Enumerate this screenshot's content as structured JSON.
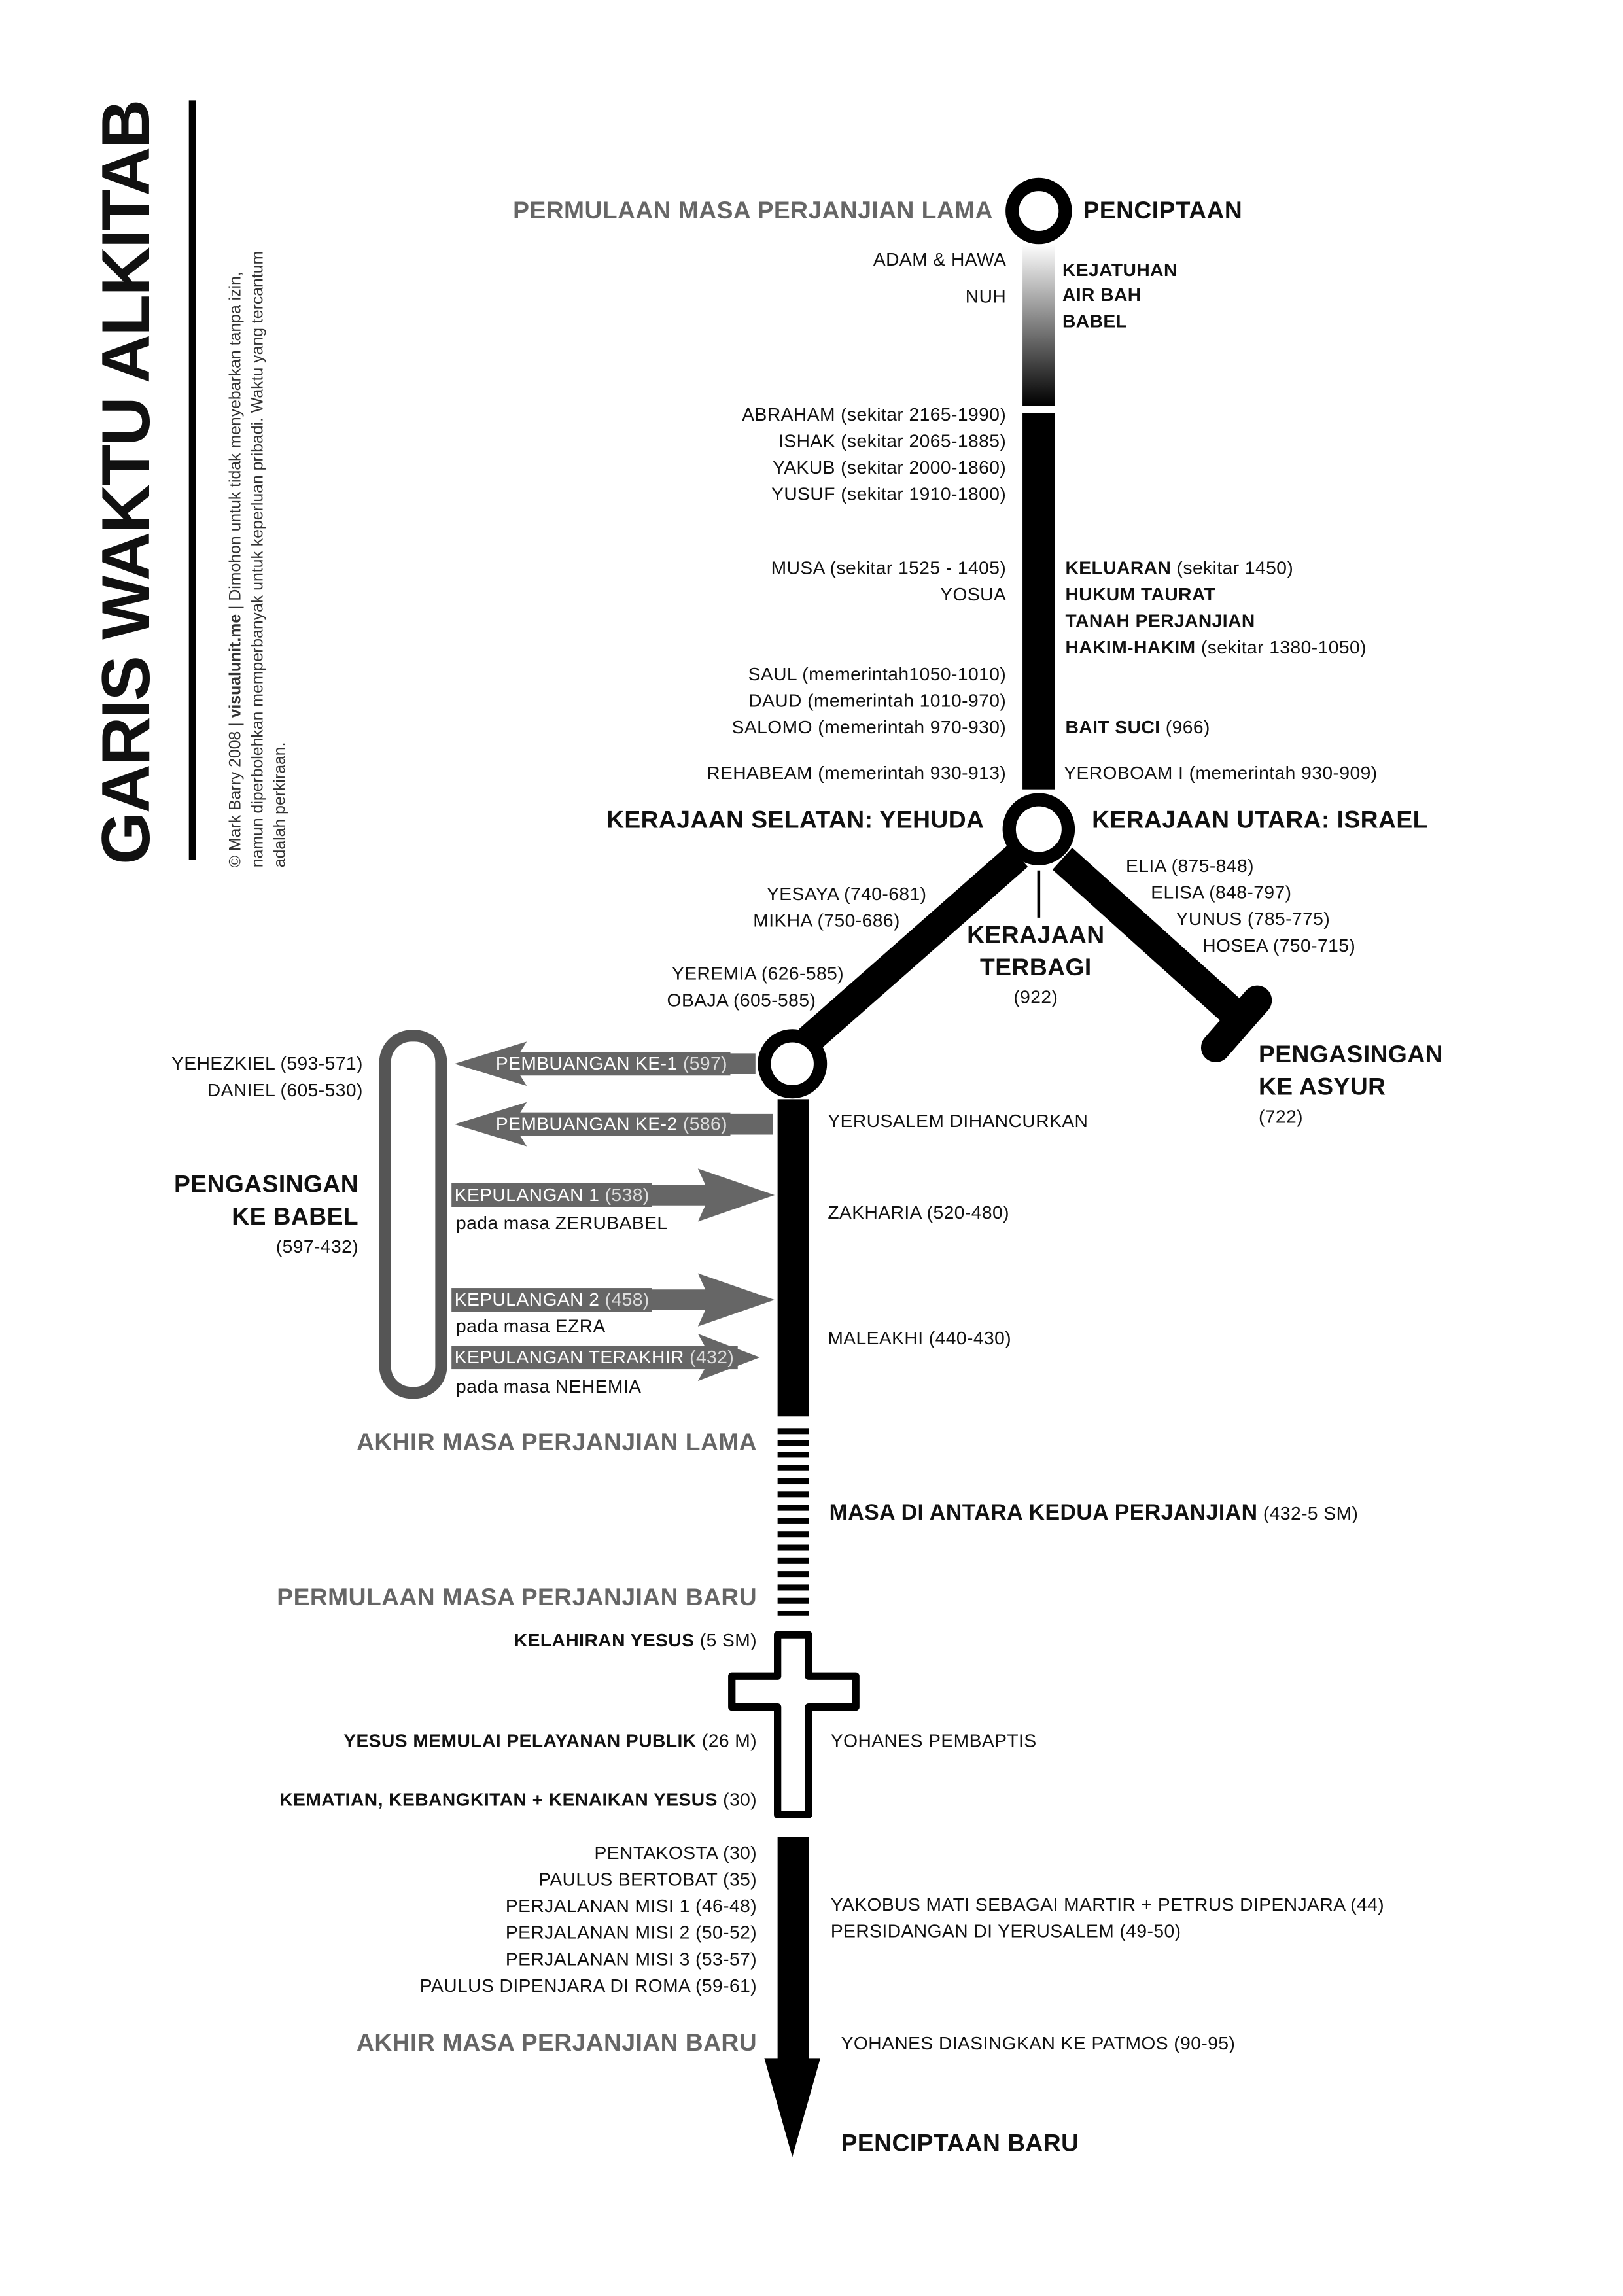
{
  "title": "GARIS WAKTU ALKITAB",
  "credits": {
    "line1_a": "© Mark Barry 2008  |  ",
    "line1_site": "visualunit.me",
    "line1_b": "  |  Dimohon untuk tidak menyebarkan tanpa izin,",
    "line2": "namun diperbolehkan memperbanyak untuk keperluan pribadi. Waktu yang tercantum",
    "line3": "adalah perkiraan."
  },
  "ot": {
    "start": "PERMULAAN MASA PERJANJIAN LAMA",
    "creation": "PENCIPTAAN",
    "left_early": [
      "ADAM &  HAWA",
      "NUH"
    ],
    "right_early": [
      "KEJATUHAN",
      "AIR BAH",
      "BABEL"
    ],
    "patriarchs": [
      "ABRAHAM (sekitar 2165-1990)",
      "ISHAK (sekitar 2065-1885)",
      "YAKUB (sekitar 2000-1860)",
      "YUSUF (sekitar 1910-1800)"
    ],
    "leaders": [
      "MUSA (sekitar 1525 - 1405)",
      "YOSUA"
    ],
    "exodus": [
      {
        "b": "KELUARAN",
        "n": " (sekitar 1450)"
      },
      {
        "b": "HUKUM TAURAT",
        "n": ""
      },
      {
        "b": "TANAH PERJANJIAN",
        "n": ""
      },
      {
        "b": "HAKIM-HAKIM",
        "n": " (sekitar 1380-1050)"
      }
    ],
    "kings": [
      "SAUL (memerintah1050-1010)",
      "DAUD (memerintah 1010-970)",
      "SALOMO (memerintah 970-930)"
    ],
    "temple": {
      "b": "BAIT SUCI",
      "n": " (966)"
    },
    "rehoboam": "REHABEAM (memerintah 930-913)",
    "jeroboam": "YEROBOAM I (memerintah 930-909)",
    "south": "KERAJAAN SELATAN: YEHUDA",
    "north": "KERAJAAN UTARA: ISRAEL",
    "north_prophets": [
      "ELIA (875-848)",
      "ELISA (848-797)",
      "YUNUS (785-775)",
      "HOSEA (750-715)"
    ],
    "south_prophets": [
      "YESAYA (740-681)",
      "MIKHA (750-686)",
      "YEREMIA (626-585)",
      "OBAJA (605-585)"
    ],
    "divided": [
      "KERAJAAN",
      "TERBAGI"
    ],
    "divided_year": "(922)",
    "assyria": [
      "PENGASINGAN",
      "KE ASYUR"
    ],
    "assyria_year": "(722)",
    "exile_prophets": [
      "YEHEZKIEL (593-571)",
      "DANIEL (605-530)"
    ],
    "babylon": [
      "PENGASINGAN",
      "KE BABEL"
    ],
    "babylon_year": "(597-432)",
    "deport1": {
      "b": "PEMBUANGAN KE-1",
      "n": " (597)"
    },
    "deport2": {
      "b": "PEMBUANGAN KE-2",
      "n": " (586)"
    },
    "jerusalem": "YERUSALEM DIHANCURKAN",
    "return1": {
      "b": "KEPULANGAN 1",
      "n": " (538)",
      "sub": "pada masa ZERUBABEL"
    },
    "return2": {
      "b": "KEPULANGAN 2",
      "n": " (458)",
      "sub": "pada masa EZRA"
    },
    "return3": {
      "b": "KEPULANGAN TERAKHIR",
      "n": " (432)",
      "sub": "pada masa NEHEMIA"
    },
    "zechariah": "ZAKHARIA (520-480)",
    "malachi": "MALEAKHI (440-430)",
    "end": "AKHIR MASA PERJANJIAN LAMA"
  },
  "between": {
    "b": "MASA DI ANTARA KEDUA PERJANJIAN",
    "n": " (432-5 SM)"
  },
  "nt": {
    "start": "PERMULAAN MASA PERJANJIAN BARU",
    "birth": {
      "b": "KELAHIRAN YESUS",
      "n": " (5 SM)"
    },
    "ministry": {
      "b": "YESUS MEMULAI PELAYANAN PUBLIK",
      "n": " (26 M)"
    },
    "baptist": "YOHANES PEMBAPTIS",
    "death": {
      "b": "KEMATIAN, KEBANGKITAN + KENAIKAN YESUS",
      "n": " (30)"
    },
    "events_left": [
      "PENTAKOSTA (30)",
      "PAULUS BERTOBAT (35)",
      "PERJALANAN MISI 1 (46-48)",
      "PERJALANAN MISI 2 (50-52)",
      "PERJALANAN MISI 3 (53-57)",
      "PAULUS DIPENJARA DI ROMA (59-61)"
    ],
    "events_right": [
      "YAKOBUS MATI SEBAGAI MARTIR + PETRUS DIPENJARA (44)",
      "PERSIDANGAN DI YERUSALEM (49-50)"
    ],
    "end": "AKHIR MASA PERJANJIAN BARU",
    "patmos": "YOHANES DIASINGKAN KE PATMOS (90-95)",
    "new_creation": "PENCIPTAAN BARU"
  },
  "colors": {
    "line": "#000000",
    "grey": "#666666"
  }
}
